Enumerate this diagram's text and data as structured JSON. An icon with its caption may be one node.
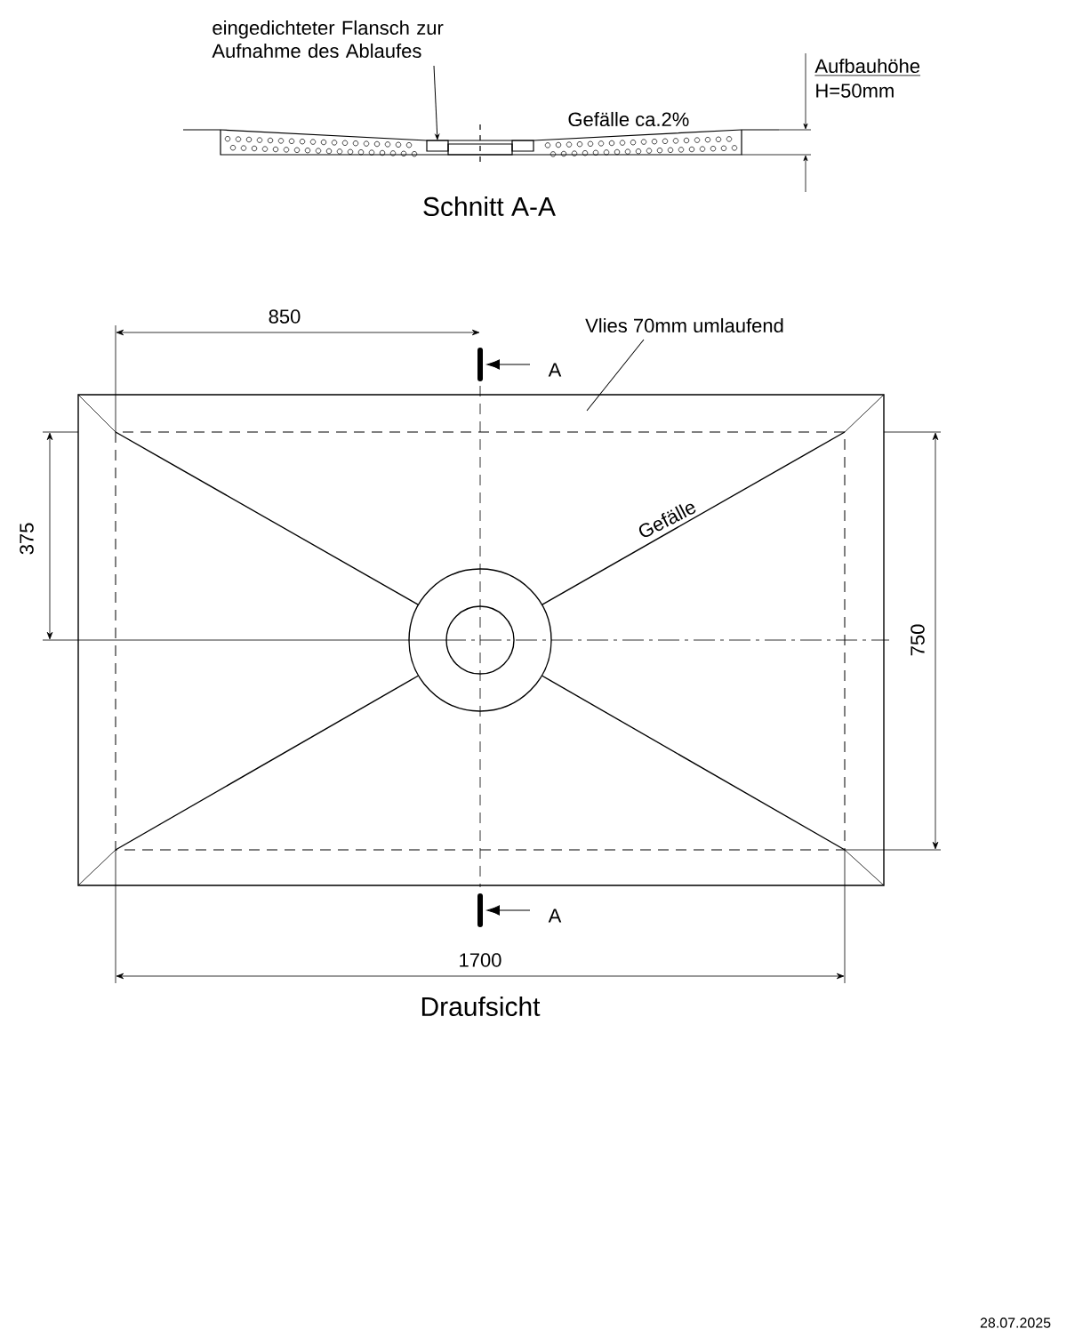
{
  "diagram": {
    "nodes": [
      {
        "text": [
          "eingedichteter Flansch zur Aufnahme des Ablaufes"
        ]
      },
      {
        "text": [
          "Vlies 70mm umlaufend"
        ]
      }
    ],
    "edges": [
      {
        "from": 0,
        "to": null,
        "arrow": "to"
      },
      {
        "from": 1,
        "to": null,
        "arrow": "none"
      }
    ],
    "labels": [
      "Aufbauhöhe",
      "H=50mm",
      "Gefälle ca.2%",
      "Schnitt A-A",
      "850",
      "A",
      "375",
      "Gefälle",
      "750",
      "A",
      "1700",
      "Draufsicht",
      "28.07.2025"
    ]
  }
}
